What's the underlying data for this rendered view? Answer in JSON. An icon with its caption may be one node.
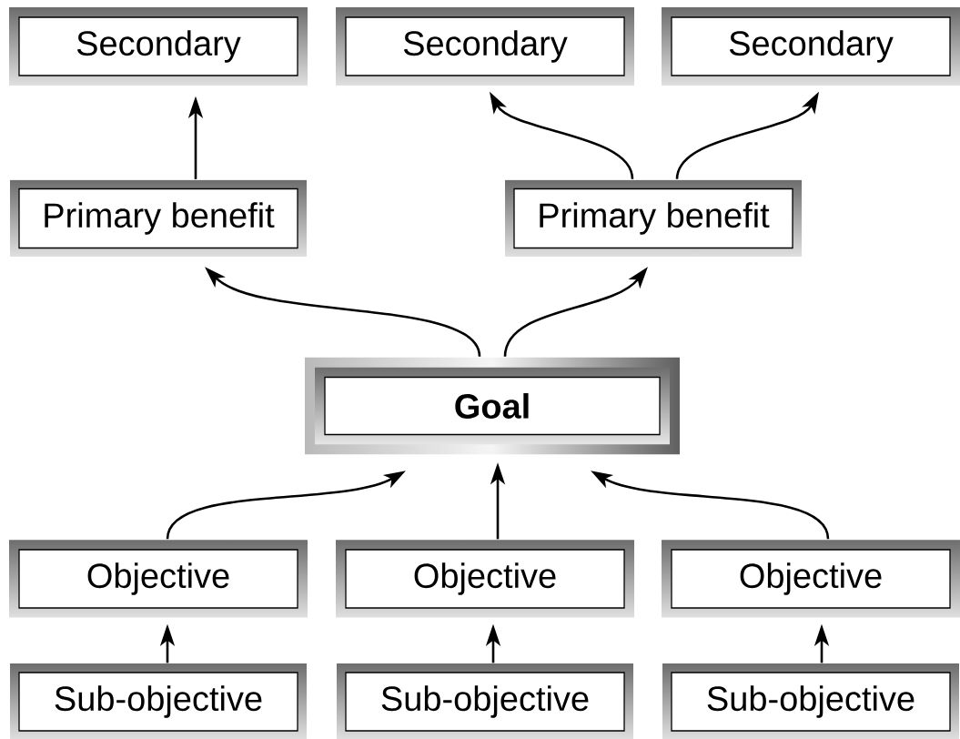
{
  "diagram": {
    "nodes": [
      {
        "text": [
          "Secondary"
        ]
      },
      {
        "text": [
          "Secondary"
        ]
      },
      {
        "text": [
          "Secondary"
        ]
      },
      {
        "text": [
          "Primary benefit"
        ]
      },
      {
        "text": [
          "Primary benefit"
        ]
      },
      {
        "text": [
          "Goal"
        ]
      },
      {
        "text": [
          "Objective"
        ]
      },
      {
        "text": [
          "Objective"
        ]
      },
      {
        "text": [
          "Objective"
        ]
      },
      {
        "text": [
          "Sub-objective"
        ]
      },
      {
        "text": [
          "Sub-objective"
        ]
      },
      {
        "text": [
          "Sub-objective"
        ]
      }
    ],
    "edges": [
      {
        "from": 3,
        "to": 0,
        "arrow": "to"
      },
      {
        "from": 4,
        "to": 1,
        "arrow": "to"
      },
      {
        "from": 4,
        "to": 2,
        "arrow": "to"
      },
      {
        "from": 5,
        "to": 3,
        "arrow": "to"
      },
      {
        "from": 5,
        "to": 4,
        "arrow": "to"
      },
      {
        "from": 6,
        "to": 5,
        "arrow": "to"
      },
      {
        "from": 7,
        "to": 5,
        "arrow": "to"
      },
      {
        "from": 8,
        "to": 5,
        "arrow": "to"
      },
      {
        "from": 9,
        "to": 6,
        "arrow": "to"
      },
      {
        "from": 10,
        "to": 7,
        "arrow": "to"
      },
      {
        "from": 11,
        "to": 8,
        "arrow": "to"
      }
    ]
  }
}
